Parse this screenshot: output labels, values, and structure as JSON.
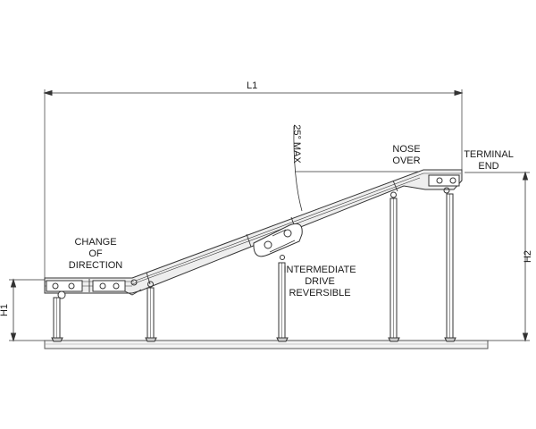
{
  "dimensions": {
    "overall_length": "L1",
    "infeed_height": "H1",
    "discharge_height": "H2",
    "incline_angle": "25° MAX"
  },
  "callouts": {
    "change_of_direction": [
      "CHANGE",
      "OF",
      "DIRECTION"
    ],
    "nose_over": [
      "NOSE",
      "OVER"
    ],
    "terminal_end": [
      "TERMINAL",
      "END"
    ],
    "intermediate_drive": [
      "INTERMEDIATE",
      "DRIVE",
      "REVERSIBLE"
    ]
  },
  "colors": {
    "line": "#333333",
    "frame_fill": "#eeeeee",
    "floor_fill": "#f4f4f4"
  }
}
